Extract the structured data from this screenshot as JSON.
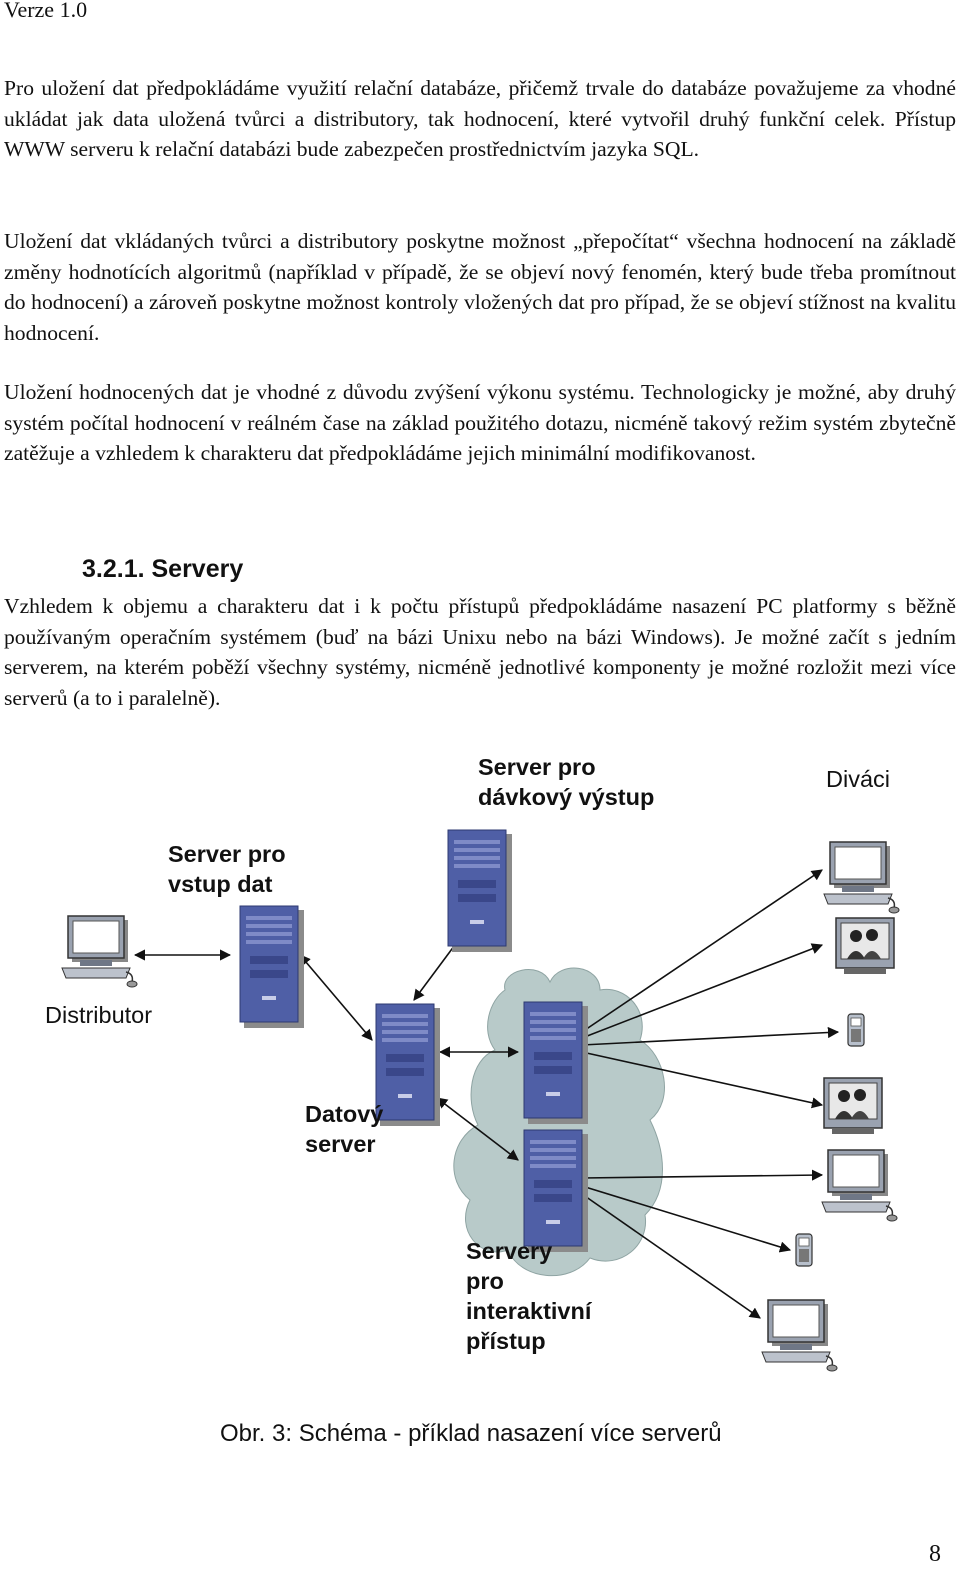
{
  "header": {
    "version": "Verze 1.0"
  },
  "paragraphs": [
    "Pro uložení dat předpokládáme využití relační databáze, přičemž trvale do databáze považujeme za vhodné ukládat jak data uložená tvůrci a distributory, tak hodnocení, které vytvořil druhý funkční celek. Přístup WWW serveru k relační databázi bude zabezpečen prostřednictvím jazyka SQL.",
    "Uložení dat vkládaných tvůrci a distributory poskytne možnost „přepočítat“ všechna hodnocení na základě změny hodnotících algoritmů (například v případě, že se objeví nový fenomén, který bude třeba promítnout do hodnocení) a zároveň poskytne možnost kontroly vložených dat pro případ, že se objeví stížnost na kvalitu hodnocení.",
    "Uložení hodnocených dat je vhodné z důvodu zvýšení výkonu systému. Technologicky je možné, aby druhý systém počítal hodnocení v reálném čase na základ použitého dotazu, nicméně takový režim systém zbytečně zatěžuje a vzhledem k charakteru dat předpokládáme jejich minimální modifikovanost."
  ],
  "section": {
    "heading": "3.2.1. Servery",
    "text": "Vzhledem k objemu a charakteru dat i k počtu přístupů předpokládáme nasazení PC platformy s běžně používaným operačním systémem (buď na bázi Unixu nebo na bázi Windows). Je možné začít s jedním serverem, na kterém poběží všechny systémy, nicméně jednotlivé komponenty je možné rozložit mezi více serverů (a to i paralelně)."
  },
  "diagram": {
    "labels": {
      "batch_server": "Server pro\ndávkový výstup",
      "viewers": "Diváci",
      "input_server": "Server pro\nvstup dat",
      "distributor": "Distributor",
      "data_server": "Datový\nserver",
      "interactive_servers": "Servery\npro\ninteraktivní\npřístup"
    },
    "icons": [
      "distributor-computer-icon",
      "input-server-icon",
      "batch-server-icon",
      "data-server-icon",
      "interactive-server-icon",
      "viewer-computer-icon",
      "viewer-tv-icon",
      "viewer-phone-icon"
    ],
    "colors": {
      "server": "#4f5fa6",
      "cloud": "#b8cac9",
      "monitor": "#8f97a6"
    }
  },
  "caption": "Obr. 3: Schéma - příklad nasazení více serverů",
  "page_number": "8"
}
